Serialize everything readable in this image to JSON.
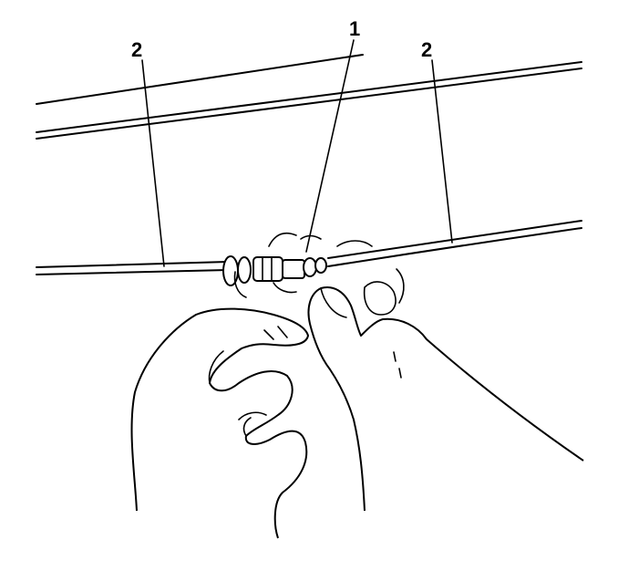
{
  "callouts": {
    "fitting": "1",
    "line_left": "2",
    "line_right": "2"
  },
  "colors": {
    "line": "#000000",
    "background": "#ffffff"
  }
}
